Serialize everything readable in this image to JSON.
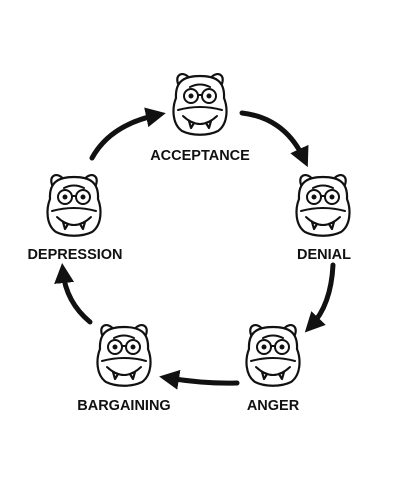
{
  "diagram": {
    "style": {
      "ink_color": "#111111",
      "background": "#ffffff"
    },
    "stages": [
      {
        "id": "acceptance",
        "label": "ACCEPTANCE",
        "icon": "hippo-face-icon"
      },
      {
        "id": "denial",
        "label": "DENIAL",
        "icon": "hippo-face-icon"
      },
      {
        "id": "anger",
        "label": "ANGER",
        "icon": "hippo-face-icon"
      },
      {
        "id": "bargaining",
        "label": "BARGAINING",
        "icon": "hippo-face-icon"
      },
      {
        "id": "depression",
        "label": "DEPRESSION",
        "icon": "hippo-face-icon"
      }
    ],
    "arrows": [
      {
        "from": "acceptance",
        "to": "denial"
      },
      {
        "from": "denial",
        "to": "anger"
      },
      {
        "from": "anger",
        "to": "bargaining"
      },
      {
        "from": "bargaining",
        "to": "depression"
      },
      {
        "from": "depression",
        "to": "acceptance"
      }
    ]
  }
}
